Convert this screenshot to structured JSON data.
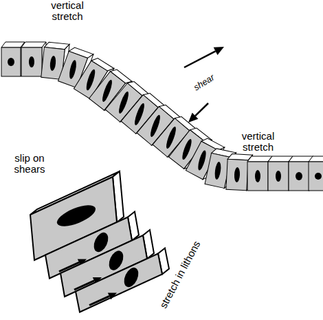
{
  "diagram": {
    "labels": [
      "vertical stretch",
      "shear",
      "vertical stretch",
      "slip on shears",
      "stretch in lithons"
    ]
  }
}
